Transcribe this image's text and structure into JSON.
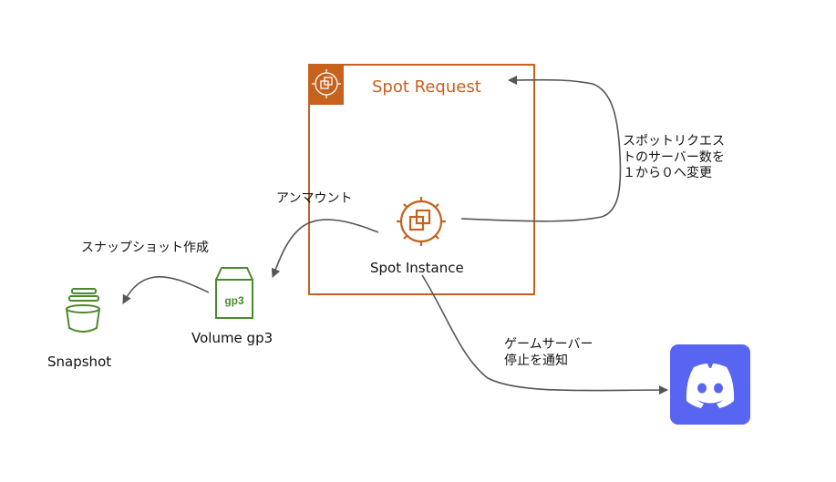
{
  "colors": {
    "aws_orange": "#c7611e",
    "storage_green": "#4b8a2b",
    "discord_blurple": "#5865f2",
    "edge": "#555555"
  },
  "spot_request": {
    "title": "Spot Request",
    "icon": "spot-fleet-icon"
  },
  "spot_instance": {
    "label": "Spot Instance",
    "icon": "ec2-instance-icon"
  },
  "volume": {
    "label": "Volume gp3",
    "badge": "gp3",
    "icon": "ebs-volume-icon"
  },
  "snapshot": {
    "label": "Snapshot",
    "icon": "snapshot-bucket-icon"
  },
  "discord": {
    "icon": "discord-icon"
  },
  "edges": {
    "scale_down": "スポットリクエス\nトのサーバー数を\n１から０へ変更",
    "unmount": "アンマウント",
    "create_snapshot": "スナップショット作成",
    "notify": "ゲームサーバー\n停止を通知"
  }
}
